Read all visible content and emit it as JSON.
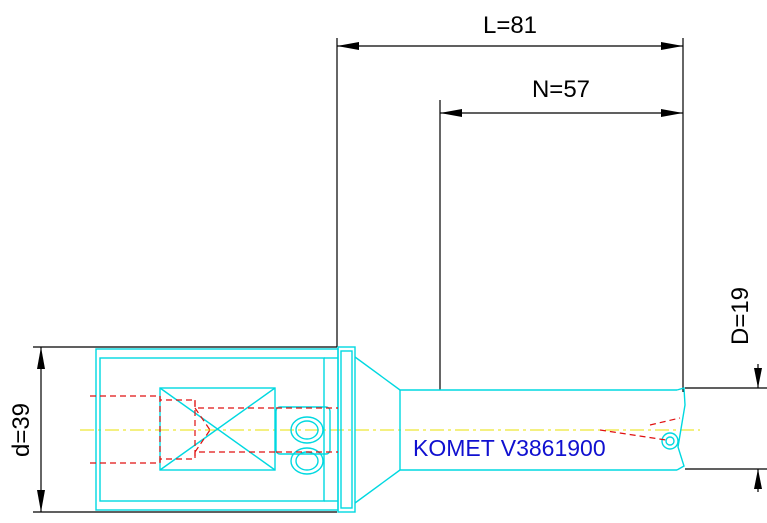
{
  "dimensions": {
    "L": "L=81",
    "N": "N=57",
    "D": "D=19",
    "d": "d=39"
  },
  "label": "KOMET V3861900",
  "colors": {
    "outline": "#00d8e0",
    "hidden_lines": "#e01010",
    "center_line": "#e8e000",
    "dimension_lines": "#000000",
    "label": "#1010d0"
  }
}
